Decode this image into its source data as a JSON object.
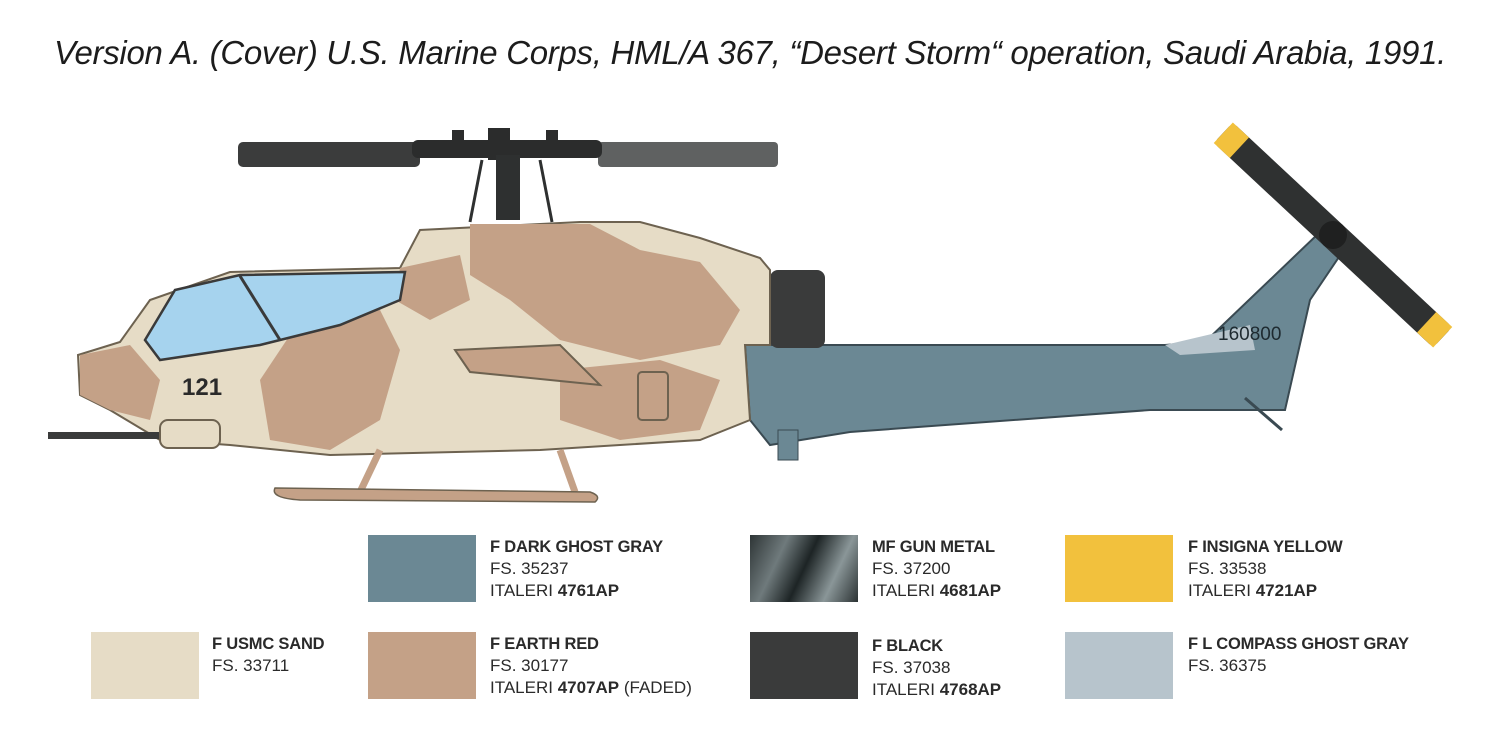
{
  "title": "Version A. (Cover) U.S. Marine Corps, HML/A 367, “Desert Storm“ operation, Saudi Arabia, 1991.",
  "markings": {
    "nose_number": "121",
    "tail_serial": "160800"
  },
  "palette": {
    "sand": "#e6dcc6",
    "earth_red": "#c4a187",
    "dark_ghost_gray": "#6b8894",
    "black": "#3a3b3b",
    "insignia_yellow": "#f2c13d",
    "compass_ghost_gray": "#b7c4cc",
    "canopy": "#a6d3ee"
  },
  "colors": [
    {
      "id": "dark-ghost-gray",
      "name": "F DARK GHOST GRAY",
      "fs": "FS. 35237",
      "italeri_prefix": "ITALERI ",
      "italeri_code": "4761AP",
      "italeri_note": "",
      "swatch": "#6b8894"
    },
    {
      "id": "gun-metal",
      "name": "MF GUN METAL",
      "fs": "FS. 37200",
      "italeri_prefix": "ITALERI ",
      "italeri_code": "4681AP",
      "italeri_note": "",
      "swatch": "#3b4446"
    },
    {
      "id": "insignia-yellow",
      "name": "F INSIGNA YELLOW",
      "fs": "FS. 33538",
      "italeri_prefix": "ITALERI ",
      "italeri_code": "4721AP",
      "italeri_note": "",
      "swatch": "#f2c13d"
    },
    {
      "id": "usmc-sand",
      "name": "F USMC SAND",
      "fs": "FS. 33711",
      "italeri_prefix": "",
      "italeri_code": "",
      "italeri_note": "",
      "swatch": "#e6dcc6"
    },
    {
      "id": "earth-red",
      "name": "F EARTH RED",
      "fs": "FS. 30177",
      "italeri_prefix": "ITALERI ",
      "italeri_code": "4707AP",
      "italeri_note": " (FADED)",
      "swatch": "#c4a187"
    },
    {
      "id": "black",
      "name": "F BLACK",
      "fs": "FS. 37038",
      "italeri_prefix": "ITALERI ",
      "italeri_code": "4768AP",
      "italeri_note": "",
      "swatch": "#3a3b3b"
    },
    {
      "id": "compass-ghost-gray",
      "name": "F L COMPASS GHOST GRAY",
      "fs": "FS. 36375",
      "italeri_prefix": "",
      "italeri_code": "",
      "italeri_note": "",
      "swatch": "#b7c4cc"
    }
  ]
}
